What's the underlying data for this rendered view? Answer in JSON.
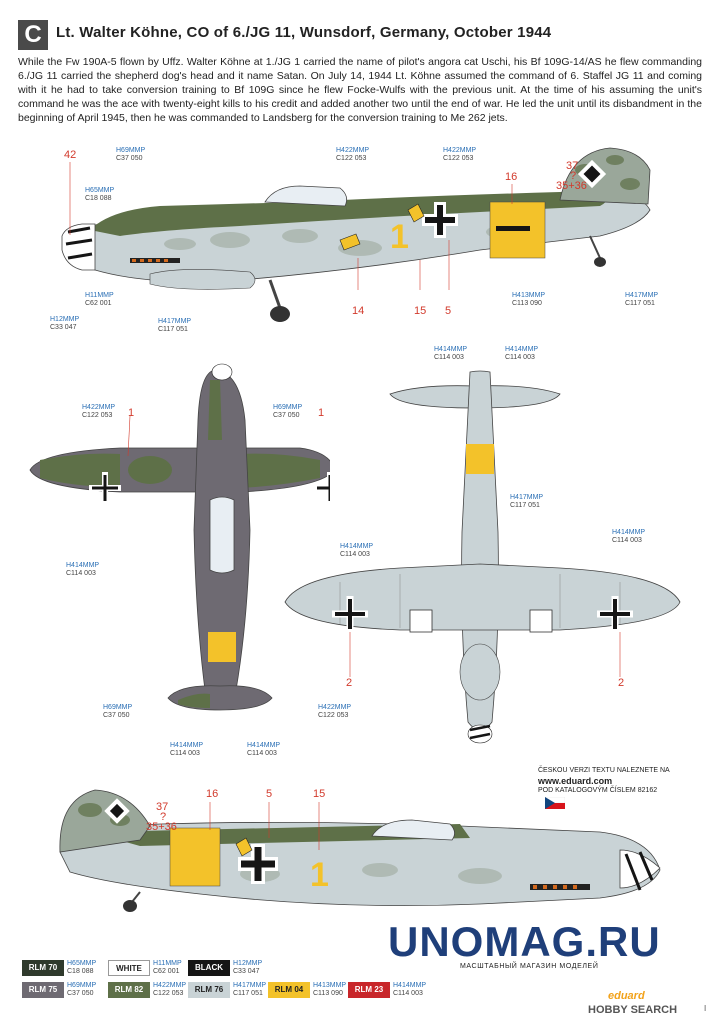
{
  "header": {
    "badge": "C",
    "title": "Lt. Walter Köhne, CO of 6./JG 11, Wunsdorf, Germany, October 1944"
  },
  "description": "While the Fw 190A-5 flown by Uffz. Walter Köhne at 1./JG 1 carried the name of pilot's angora cat Uschi, his Bf 109G-14/AS he flew commanding 6./JG 11 carried the shepherd dog's head and it name Satan. On July 14, 1944 Lt. Köhne assumed the command of 6. Staffel JG 11 and coming with it he had to take conversion training to Bf 109G since he flew Focke-Wulfs with the previous unit. At the time of his assuming the unit's command he was the ace with twenty-eight kills to his credit and added another two until the end of war. He led the unit until its disbandment in the beginning of April 1945, then he was commanded to Landsberg for the conversion training to Me 262 jets.",
  "side_view": {
    "codes": [
      {
        "h": "H69",
        "mmp": "MMP",
        "c": "C37",
        "n": "050"
      },
      {
        "h": "H65",
        "mmp": "MMP",
        "c": "C18",
        "n": "088"
      },
      {
        "h": "H11",
        "mmp": "MMP",
        "c": "C62",
        "n": "001"
      },
      {
        "h": "H12",
        "mmp": "MMP",
        "c": "C33",
        "n": "047"
      },
      {
        "h": "H417",
        "mmp": "MMP",
        "c": "C117",
        "n": "051"
      },
      {
        "h": "H422",
        "mmp": "MMP",
        "c": "C122",
        "n": "053"
      },
      {
        "h": "H422",
        "mmp": "MMP",
        "c": "C122",
        "n": "053"
      },
      {
        "h": "H413",
        "mmp": "MMP",
        "c": "C113",
        "n": "090"
      },
      {
        "h": "H417",
        "mmp": "MMP",
        "c": "C117",
        "n": "051"
      }
    ],
    "numbers": [
      "42",
      "16",
      "37",
      "?",
      "35+36",
      "14",
      "15",
      "5"
    ],
    "fuselage_code": "1"
  },
  "top_view": {
    "codes": [
      {
        "h": "H422",
        "mmp": "MMP",
        "c": "C122",
        "n": "053"
      },
      {
        "h": "H69",
        "mmp": "MMP",
        "c": "C37",
        "n": "050"
      },
      {
        "h": "H414",
        "mmp": "MMP",
        "c": "C114",
        "n": "003"
      },
      {
        "h": "H69",
        "mmp": "MMP",
        "c": "C37",
        "n": "050"
      },
      {
        "h": "H422",
        "mmp": "MMP",
        "c": "C122",
        "n": "053"
      },
      {
        "h": "H414",
        "mmp": "MMP",
        "c": "C114",
        "n": "003"
      },
      {
        "h": "H414",
        "mmp": "MMP",
        "c": "C114",
        "n": "003"
      }
    ],
    "numbers": [
      "1",
      "1"
    ]
  },
  "bottom_view": {
    "codes": [
      {
        "h": "H414",
        "mmp": "MMP",
        "c": "C114",
        "n": "003"
      },
      {
        "h": "H414",
        "mmp": "MMP",
        "c": "C114",
        "n": "003"
      },
      {
        "h": "H417",
        "mmp": "MMP",
        "c": "C117",
        "n": "051"
      },
      {
        "h": "H414",
        "mmp": "MMP",
        "c": "C114",
        "n": "003"
      },
      {
        "h": "H414",
        "mmp": "MMP",
        "c": "C114",
        "n": "003"
      }
    ],
    "numbers": [
      "2",
      "2"
    ]
  },
  "side_view_2": {
    "numbers": [
      "37",
      "?",
      "35+36",
      "16",
      "5",
      "15"
    ],
    "fuselage_code": "1"
  },
  "source_note": {
    "line1": "ČESKOU VERZI TEXTU NALEZNETE NA",
    "url": "www.eduard.com",
    "line3": "POD KATALOGOVÝM ČÍSLEM 82162"
  },
  "legend": [
    {
      "name": "RLM 70",
      "bg": "#2f3a2c",
      "fg": "#ffffff",
      "h": "H65",
      "mmp": "MMP",
      "c": "C18",
      "n": "088"
    },
    {
      "name": "WHITE",
      "bg": "#ffffff",
      "fg": "#222222",
      "h": "H11",
      "mmp": "MMP",
      "c": "C62",
      "n": "001"
    },
    {
      "name": "BLACK",
      "bg": "#151515",
      "fg": "#ffffff",
      "h": "H12",
      "mmp": "MMP",
      "c": "C33",
      "n": "047"
    },
    {
      "name": "RLM 75",
      "bg": "#6e6a72",
      "fg": "#ffffff",
      "h": "H69",
      "mmp": "MMP",
      "c": "C37",
      "n": "050"
    },
    {
      "name": "RLM 82",
      "bg": "#5e7048",
      "fg": "#ffffff",
      "h": "H422",
      "mmp": "MMP",
      "c": "C122",
      "n": "053"
    },
    {
      "name": "RLM 76",
      "bg": "#c9d3d6",
      "fg": "#222222",
      "h": "H417",
      "mmp": "MMP",
      "c": "C117",
      "n": "051"
    },
    {
      "name": "RLM 04",
      "bg": "#f3c22a",
      "fg": "#222222",
      "h": "H413",
      "mmp": "MMP",
      "c": "C113",
      "n": "090"
    },
    {
      "name": "RLM 23",
      "bg": "#c8262a",
      "fg": "#ffffff",
      "h": "H414",
      "mmp": "MMP",
      "c": "C114",
      "n": "003"
    }
  ],
  "watermark": {
    "main": "UNOMAG.RU",
    "sub": "МАСШТАБНЫЙ МАГАЗИН МОДЕЛЕЙ"
  },
  "footer": {
    "brand": "eduard",
    "hobby": "HOBBY SEARCH",
    "page": "I"
  },
  "colors": {
    "grey_violet": "#6e6a72",
    "green": "#5e7048",
    "light_blue": "#c9d3d6",
    "yellow": "#f3c22a",
    "red_callout": "#d23a2c",
    "code_blue": "#2a6fb5"
  }
}
